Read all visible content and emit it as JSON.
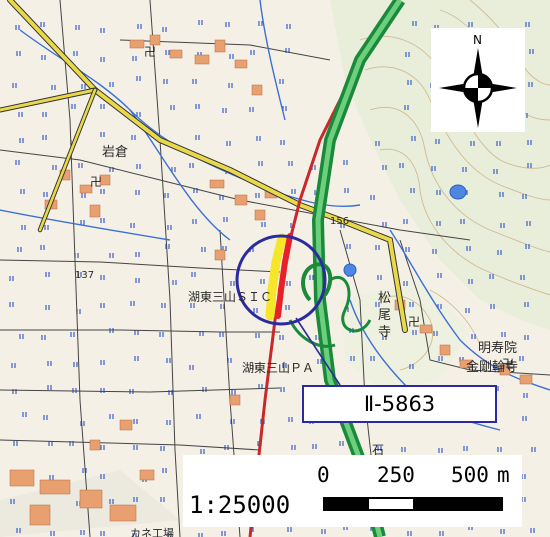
{
  "map": {
    "place_labels": {
      "iwakura": "岩倉",
      "koto_sanzan_sic": "湖東三山ＳＩＣ",
      "koto_sanzan_pa": "湖東三山ＰＡ",
      "matsuoji_1": "松",
      "matsuoji_2": "尾",
      "matsuoji_3": "寺",
      "myojuin": "明寿院",
      "kongorinji": "金剛輪寺",
      "factory": "カネ工場",
      "elev_137": "137",
      "elev_156": "156",
      "ishi": "石"
    },
    "callout": {
      "label": "Ⅱ-5863"
    },
    "compass": {
      "north_label": "N"
    },
    "scale": {
      "ratio": "1:25000",
      "tick_0": "0",
      "tick_250": "250",
      "tick_500": "500",
      "unit": "m"
    },
    "colors": {
      "land": "#f4f0e6",
      "paddy_symbol": "#3a5fc8",
      "river": "#3c6fd6",
      "expressway": "#1a8a3a",
      "national_road": "#e8d84a",
      "highlight_red": "#e8202a",
      "highlight_yellow": "#f5e62a",
      "building": "#e8a070",
      "circle": "#2b2aa0"
    },
    "icons": [
      "temple-icon",
      "compass-icon",
      "scale-bar-icon"
    ]
  }
}
